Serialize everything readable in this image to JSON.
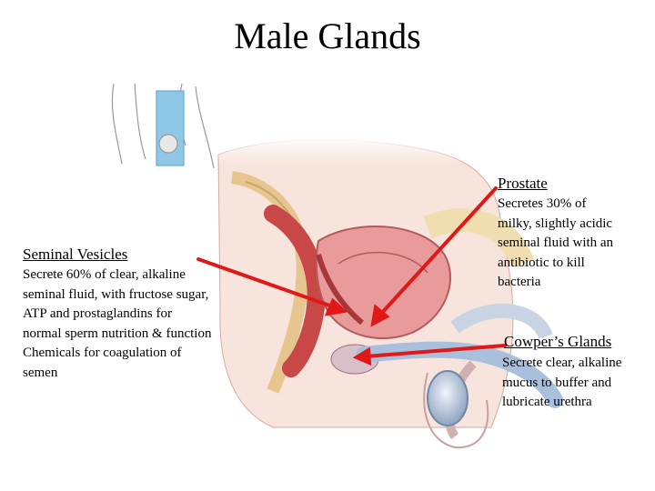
{
  "title": "Male Glands",
  "labels": {
    "seminal_vesicles": {
      "title": "Seminal Vesicles",
      "text": "Secrete 60% of clear, alkaline seminal fluid, with fructose sugar, ATP and prostaglandins for normal sperm nutrition & function Chemicals for coagulation of semen"
    },
    "prostate": {
      "title": "Prostate",
      "text": "Secretes 30% of milky, slightly acidic seminal fluid with an antibiotic to kill bacteria"
    },
    "cowpers_glands": {
      "title": "Cowper’s Glands",
      "text": "Secrete clear, alkaline mucus to buffer and lubricate urethra"
    }
  },
  "colors": {
    "arrow": "#e01818",
    "tissue": "#f2b8b0",
    "muscle": "#c84848",
    "bone": "#f0ddb0",
    "bladder": "#e99a9a",
    "testis": "#b8c8dc"
  }
}
